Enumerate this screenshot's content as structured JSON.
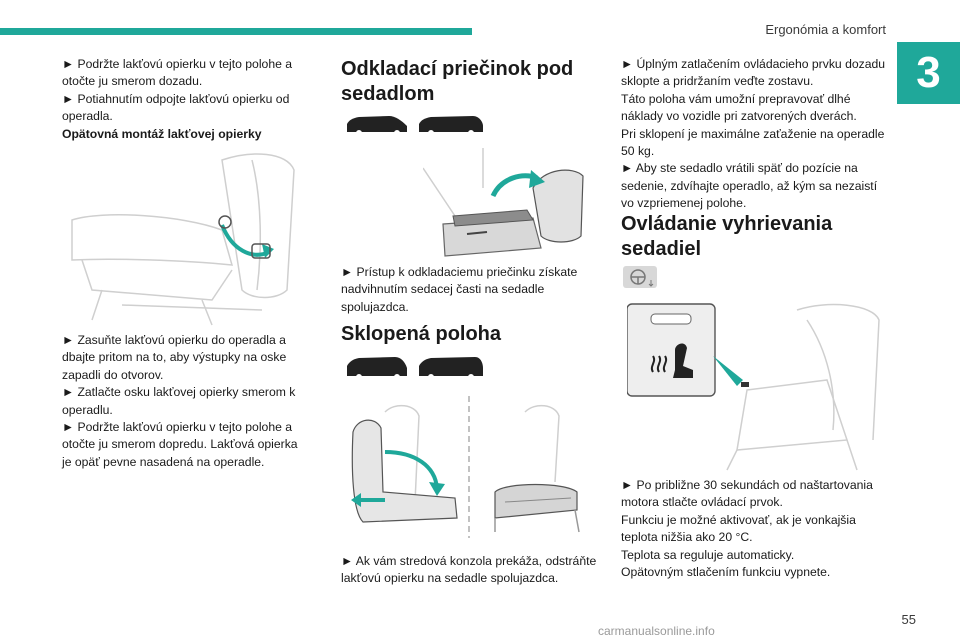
{
  "header": {
    "title": "Ergonómia a komfort",
    "chapter": "3",
    "accent_color": "#1fa89a"
  },
  "col1": {
    "p1": "► Podržte lakťovú opierku v tejto polohe a otočte ju smerom dozadu.",
    "p2": "► Potiahnutím odpojte lakťovú opierku od operadla.",
    "p3_bold": "Opätovná montáž lakťovej opierky",
    "p4": "► Zasuňte lakťovú opierku do operadla a dbajte pritom na to, aby výstupky na oske zapadli do otvorov.",
    "p5": "► Zatlačte osku lakťovej opierky smerom k operadlu.",
    "p6": "► Podržte lakťovú opierku v tejto polohe a otočte ju smerom dopredu. Lakťová opierka je opäť pevne nasadená na operadle."
  },
  "col2": {
    "h1": "Odkladací priečinok pod sedadlom",
    "p1": "► Prístup k odkladaciemu priečinku získate nadvihnutím sedacej časti na sedadle spolujazdca.",
    "h2": "Sklopená poloha",
    "p2": "► Ak vám stredová konzola prekáža, odstráňte lakťovú opierku na sedadle spolujazdca."
  },
  "col3": {
    "p1": "► Úplným zatlačením ovládacieho prvku dozadu sklopte a pridržaním veďte zostavu.",
    "p2": "Táto poloha vám umožní prepravovať dlhé náklady vo vozidle pri zatvorených dverách.",
    "p3": "Pri sklopení je maximálne zaťaženie na operadle 50 kg.",
    "p4": "► Aby ste sedadlo vrátili späť do pozície na sedenie, zdvíhajte operadlo, až kým sa nezaistí vo vzpriemenej polohe.",
    "h1": "Ovládanie vyhrievania sedadiel",
    "p5": "► Po približne 30 sekundách od naštartovania motora stlačte ovládací prvok.",
    "p6": "Funkciu je možné aktivovať, ak je vonkajšia teplota nižšia ako 20 °C.",
    "p7": "Teplota sa reguluje automaticky.",
    "p8": "Opätovným stlačením funkciu vypnete."
  },
  "footer": {
    "page_number": "55",
    "watermark": "carmanualsonline.info"
  }
}
